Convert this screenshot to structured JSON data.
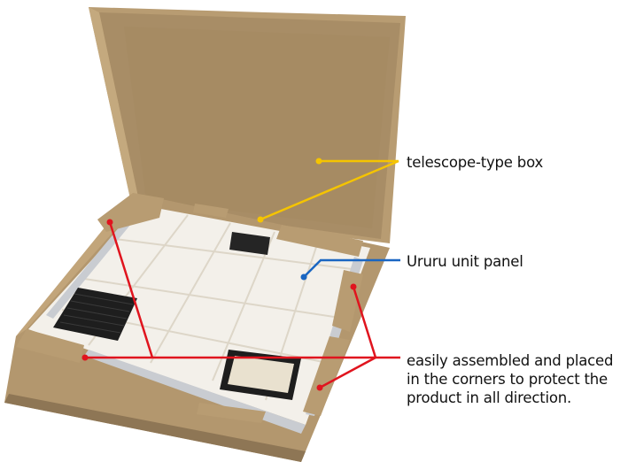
{
  "annotations": {
    "box": {
      "text": "telescope-type box",
      "color": "#f5c400"
    },
    "panel": {
      "text": "Ururu unit panel",
      "color": "#1a66c2"
    },
    "corners": {
      "lines": [
        "easily assembled and placed",
        "in the corners to protect the",
        "product in all direction."
      ],
      "color": "#e0141e"
    }
  },
  "palette": {
    "cardboard": "#b3976e",
    "cardboard_inner": "#a88d66",
    "cardboard_dark": "#8e7655",
    "panel_white": "#f3f0ea",
    "metal": "#c9ccd1",
    "filter_black": "#1e1e1e"
  }
}
